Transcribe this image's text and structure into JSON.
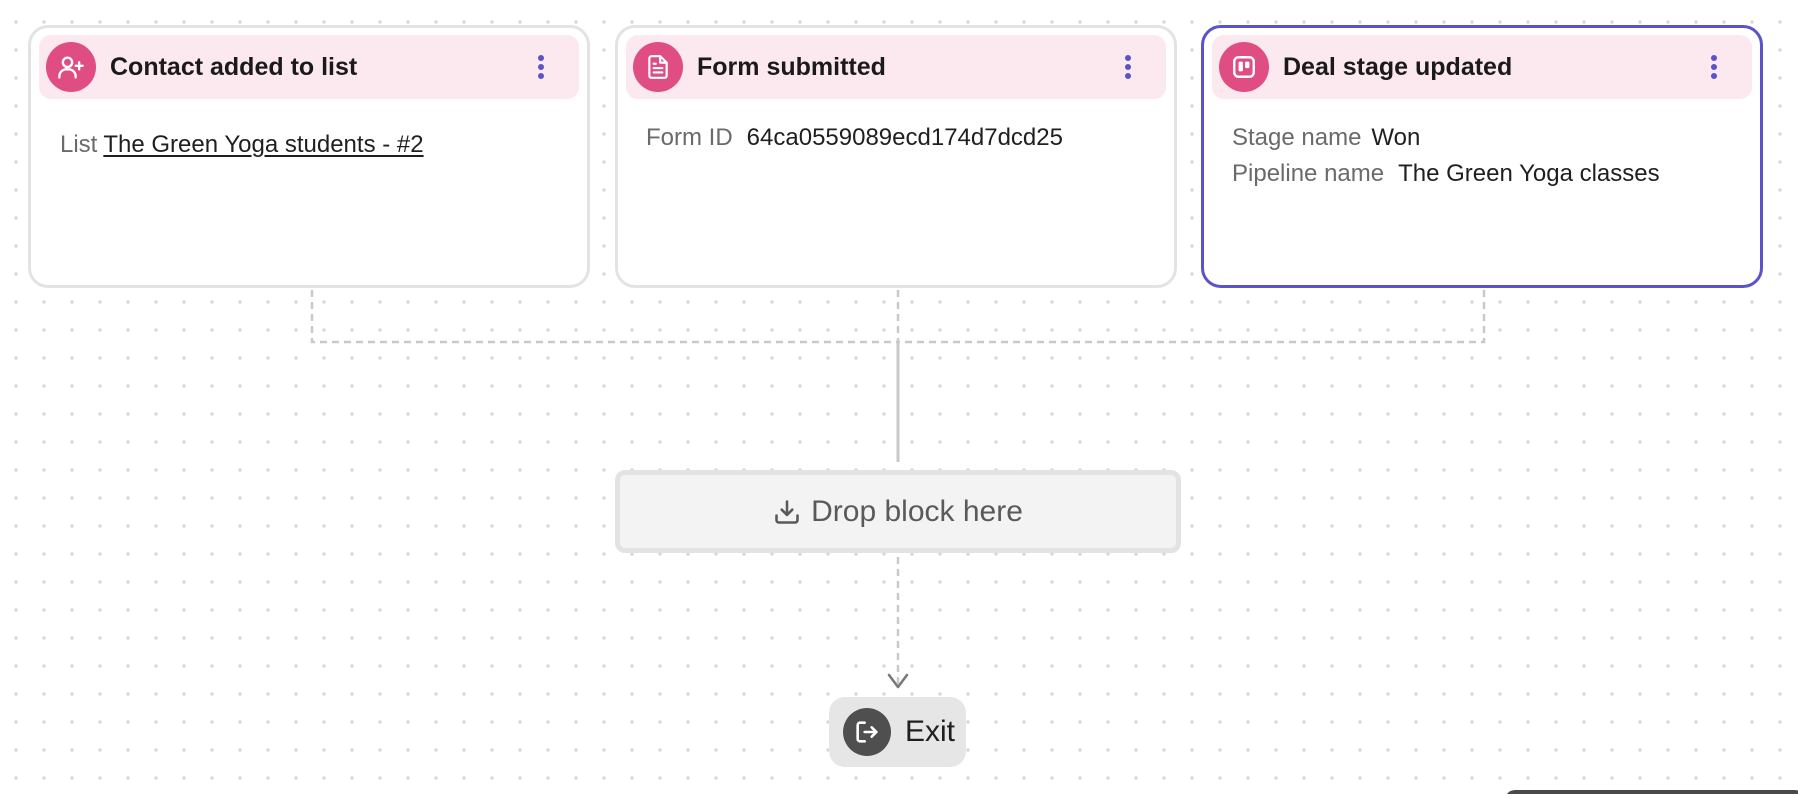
{
  "icons": {
    "card_1": "user-plus-icon",
    "card_2": "document-icon",
    "card_3": "kanban-board-icon",
    "menu": "vertical-dots-icon",
    "drop": "download-tray-icon",
    "exit": "exit-door-icon"
  },
  "colors": {
    "trigger_icon_bg": "#df4d82",
    "header_bg": "#fce8ef",
    "selected_border": "#5b53c9",
    "menu_dots": "#5b53c9"
  },
  "triggers": [
    {
      "title": "Contact added to list",
      "fields": [
        {
          "label": "List",
          "value": "The Green Yoga students - #2"
        }
      ]
    },
    {
      "title": "Form submitted",
      "fields": [
        {
          "label": "Form ID",
          "value": "64ca0559089ecd174d7dcd25"
        }
      ]
    },
    {
      "title": "Deal stage updated",
      "selected": true,
      "fields": [
        {
          "label": "Stage name",
          "value": "Won"
        },
        {
          "label": "Pipeline name",
          "value": "The Green Yoga classes"
        }
      ]
    }
  ],
  "drop_zone": {
    "label": "Drop block here"
  },
  "exit": {
    "label": "Exit"
  }
}
